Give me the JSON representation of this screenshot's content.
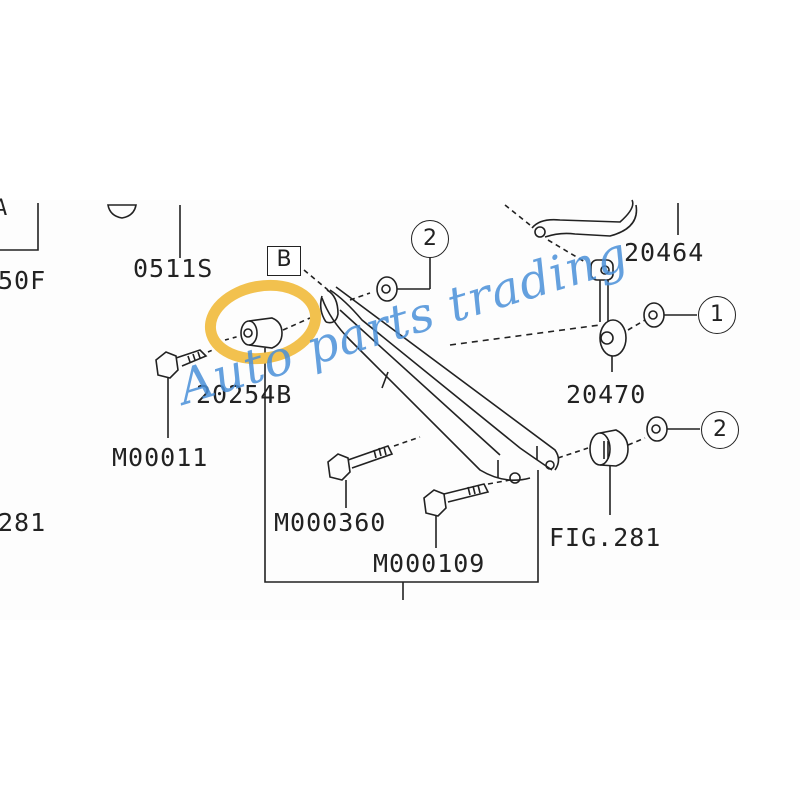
{
  "diagram": {
    "type": "parts-exploded-view",
    "subject": "Rear suspension lateral link assembly",
    "part_labels": [
      {
        "id": "0511S",
        "text": "0511S"
      },
      {
        "id": "20464",
        "text": "20464"
      },
      {
        "id": "20254B",
        "text": "20254B"
      },
      {
        "id": "20470",
        "text": "20470"
      },
      {
        "id": "M00011",
        "text": "M00011"
      },
      {
        "id": "M000360",
        "text": "M000360"
      },
      {
        "id": "M000109",
        "text": "M000109"
      },
      {
        "id": "FIG281",
        "text": "FIG.281"
      }
    ],
    "partial_labels": {
      "left_50F": "50F",
      "left_281": "281",
      "left_A": "A"
    },
    "reference_box": "B",
    "callouts": [
      {
        "id": "callout-2-top",
        "text": "2"
      },
      {
        "id": "callout-1",
        "text": "1"
      },
      {
        "id": "callout-2-bottom",
        "text": "2"
      }
    ],
    "highlight": {
      "part": "20254B",
      "color": "#f2c14e",
      "shape": "ellipse"
    },
    "watermark": {
      "text": "Auto parts trading",
      "color": "#4a90d9"
    },
    "line_color": "#222222"
  }
}
